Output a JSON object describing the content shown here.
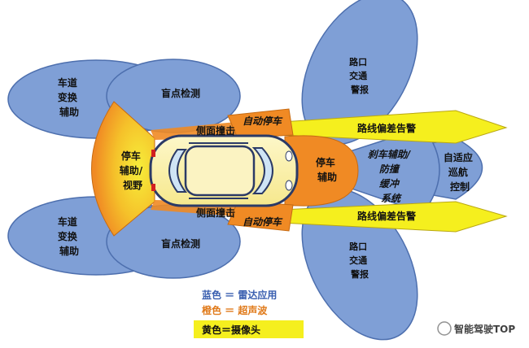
{
  "colors": {
    "radar": "#7f9fd6",
    "radar_stroke": "#4d6fae",
    "ultrasonic": "#f08a24",
    "camera": "#f5ef1e",
    "car_body": "#fbf3b0",
    "car_outline": "#2b3a66",
    "legend_blue_text": "#3a5fb0",
    "legend_orange_text": "#e07a1a"
  },
  "zones": {
    "lane_change_top": [
      "车道",
      "变换",
      "辅助"
    ],
    "lane_change_bottom": [
      "车道",
      "变换",
      "辅助"
    ],
    "blind_spot_top": "盲点检测",
    "blind_spot_bottom": "盲点检测",
    "rear_park_assist": [
      "停车",
      "辅助/",
      "视野"
    ],
    "side_collision_top": "侧面撞击",
    "side_collision_bottom": "侧面撞击",
    "auto_park_top": "自动停车",
    "auto_park_bottom": "自动停车",
    "cross_traffic_top": [
      "路口",
      "交通",
      "警报"
    ],
    "cross_traffic_bottom": [
      "路口",
      "交通",
      "警报"
    ],
    "lane_departure_top": "路线偏差告警",
    "lane_departure_bottom": "路线偏差告警",
    "front_park_assist": [
      "停车",
      "辅助"
    ],
    "brake_assist": [
      "刹车辅助/",
      "防撞",
      "缓冲",
      "系统"
    ],
    "acc": [
      "自适应",
      "巡航",
      "控制"
    ]
  },
  "legend": {
    "blue": "蓝色 ＝ 雷达应用",
    "orange": "橙色 ＝ 超声波",
    "yellow": "黄色＝摄像头"
  },
  "watermark": "智能驾驶TOP"
}
